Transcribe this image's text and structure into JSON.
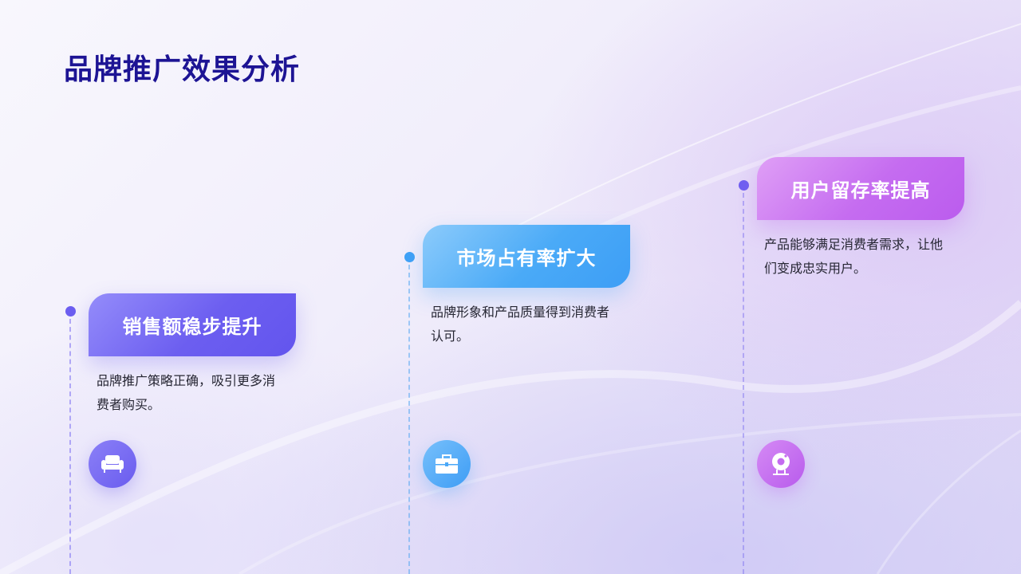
{
  "title": "品牌推广效果分析",
  "items": [
    {
      "heading": "销售额稳步提升",
      "description": "品牌推广策略正确，吸引更多消费者购买。",
      "icon": "sofa-icon",
      "color": "#6c5ef0"
    },
    {
      "heading": "市场占有率扩大",
      "description": "品牌形象和产品质量得到消费者认可。",
      "icon": "briefcase-icon",
      "color": "#3fa1f6"
    },
    {
      "heading": "用户留存率提高",
      "description": "产品能够满足消费者需求，让他们变成忠实用户。",
      "icon": "webcam-icon",
      "color": "#bb5cee"
    }
  ]
}
